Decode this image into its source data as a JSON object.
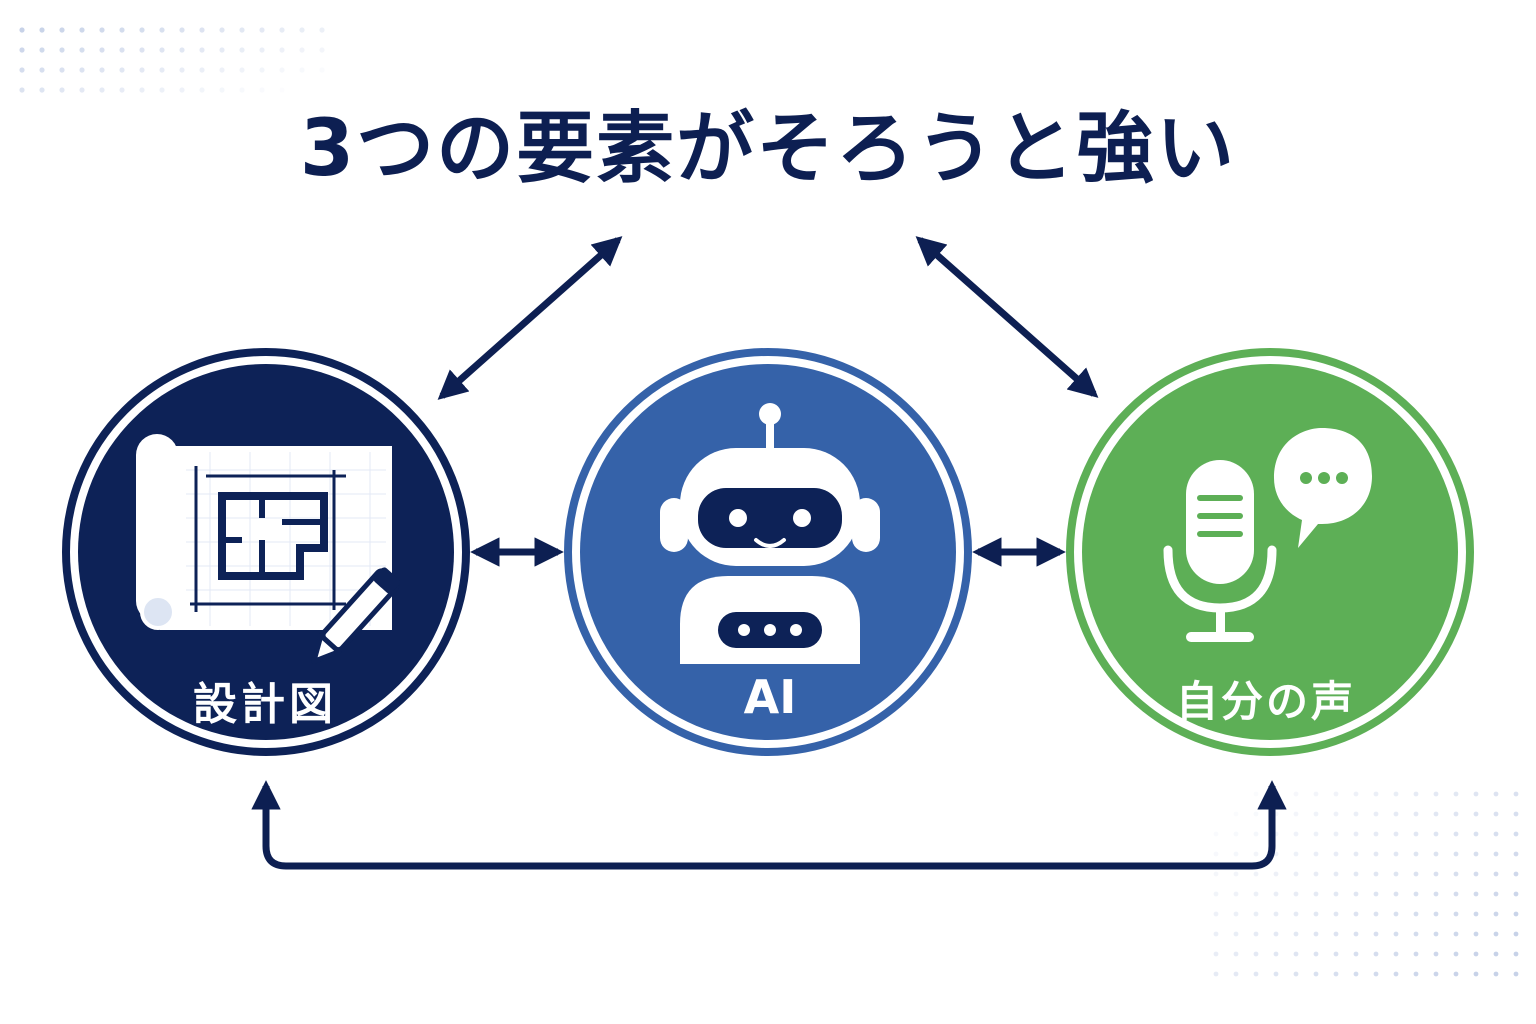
{
  "title": "3つの要素がそろうと強い",
  "nodes": [
    {
      "label": "設計図",
      "icon": "blueprint-icon",
      "color": "#0d2257"
    },
    {
      "label": "AI",
      "icon": "robot-icon",
      "color": "#3562a9"
    },
    {
      "label": "自分の声",
      "icon": "microphone-speech-icon",
      "color": "#5daf56"
    }
  ],
  "colors": {
    "arrow": "#0d1f52",
    "dots": "#c7d2e8"
  }
}
